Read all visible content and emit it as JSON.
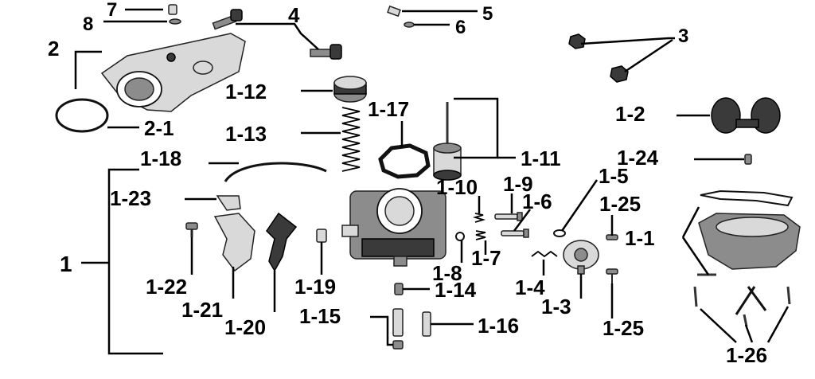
{
  "callouts": {
    "c1": "1",
    "c1_1": "1-1",
    "c1_2": "1-2",
    "c1_3": "1-3",
    "c1_4": "1-4",
    "c1_5": "1-5",
    "c1_6": "1-6",
    "c1_7": "1-7",
    "c1_8": "1-8",
    "c1_9": "1-9",
    "c1_10": "1-10",
    "c1_11": "1-11",
    "c1_12": "1-12",
    "c1_13": "1-13",
    "c1_14": "1-14",
    "c1_15": "1-15",
    "c1_16": "1-16",
    "c1_17": "1-17",
    "c1_18": "1-18",
    "c1_19": "1-19",
    "c1_20": "1-20",
    "c1_21": "1-21",
    "c1_22": "1-22",
    "c1_23": "1-23",
    "c1_24": "1-24",
    "c1_25a": "1-25",
    "c1_25b": "1-25",
    "c1_26": "1-26",
    "c2": "2",
    "c2_1": "2-1",
    "c3": "3",
    "c4": "4",
    "c5": "5",
    "c6": "6",
    "c7": "7",
    "c8": "8"
  }
}
